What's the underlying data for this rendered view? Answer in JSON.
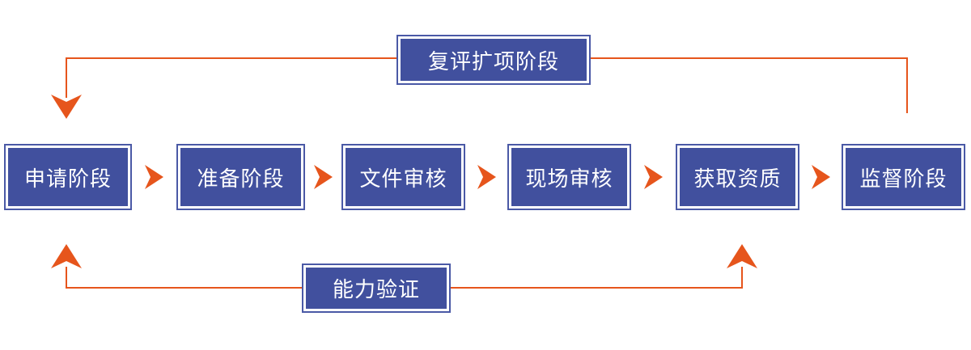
{
  "diagram": {
    "steps": [
      "申请阶段",
      "准备阶段",
      "文件审核",
      "现场审核",
      "获取资质",
      "监督阶段"
    ],
    "top_loop": {
      "label": "复评扩项阶段"
    },
    "bottom_loop": {
      "label": "能力验证"
    }
  },
  "colors": {
    "box_fill": "#41509E",
    "box_border": "#4A59A6",
    "box_text": "#FFFFFF",
    "arrow": "#E6551C",
    "bg": "#FFFFFF"
  }
}
